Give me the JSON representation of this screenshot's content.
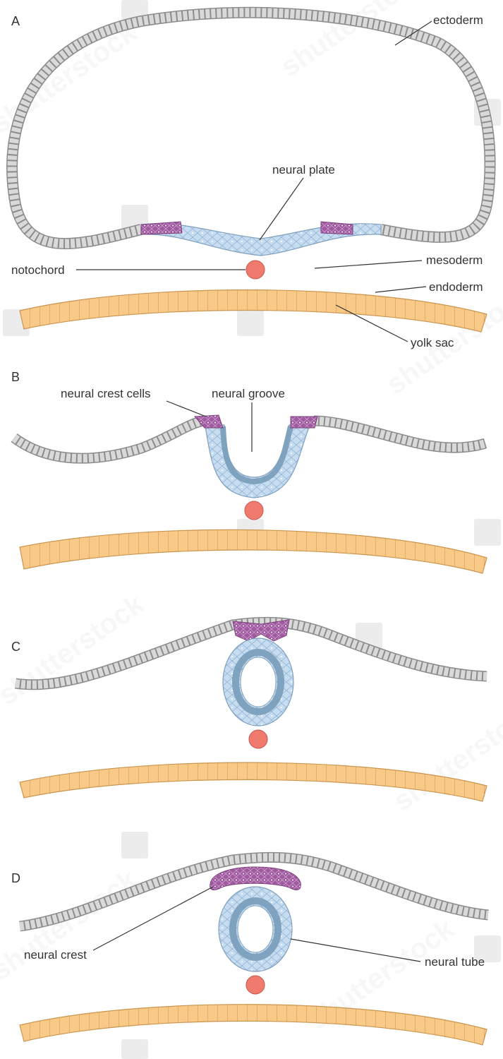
{
  "panels": [
    {
      "letter": "A"
    },
    {
      "letter": "B"
    },
    {
      "letter": "C"
    },
    {
      "letter": "D"
    }
  ],
  "labels": {
    "ectoderm": "ectoderm",
    "neural_plate": "neural plate",
    "notochord": "notochord",
    "mesoderm": "mesoderm",
    "endoderm": "endoderm",
    "yolk_sac": "yolk sac",
    "neural_crest_cells": "neural crest cells",
    "neural_groove": "neural groove",
    "neural_crest": "neural crest",
    "neural_tube": "neural tube"
  },
  "watermark": {
    "text": "shutterstock"
  },
  "colors": {
    "ectoderm_cell": "#d9d9d9",
    "ectoderm_stroke": "#8c8c8c",
    "neural_plate": "#c6dcf0",
    "neural_plate_stroke": "#7f9fbf",
    "neural_tube_inner": "#7fa3bf",
    "neural_crest": "#a05aa0",
    "neural_crest_light": "#c79ac7",
    "notochord": "#f07a6e",
    "notochord_stroke": "#c7544a",
    "endoderm": "#f9c987",
    "endoderm_stroke": "#c9954f"
  }
}
